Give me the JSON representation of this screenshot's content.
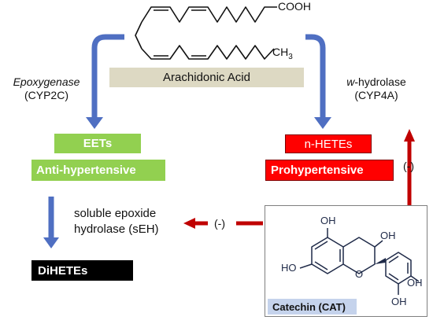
{
  "molecule_top": {
    "cooh": "COOH",
    "ch3_main": "CH",
    "ch3_sub": "3"
  },
  "arachidonic": {
    "label": "Arachidonic Acid"
  },
  "epoxygenase": {
    "name": "Epoxygenase",
    "enzyme": "(CYP2C)"
  },
  "hydrolase": {
    "prefix": "w",
    "name": "-hydrolase",
    "enzyme": "(CYP4A)"
  },
  "left": {
    "eets": "EETs",
    "anti": "Anti-hypertensive",
    "seh_line1": "soluble epoxide",
    "seh_line2": "hydrolase (sEH)",
    "dihetes": "DiHETEs"
  },
  "right": {
    "nhetes": "n-HETEs",
    "pro": "Prohypertensive",
    "inhibit_vertical": "(-)",
    "inhibit_horizontal": "(-)"
  },
  "catechin": {
    "label": "Catechin (CAT)",
    "oh_top": "OH",
    "oh_c3": "OH",
    "ho_left": "HO",
    "ring_o": "O",
    "oh_ring_a": "OH",
    "oh_ring_b": "OH"
  },
  "colors": {
    "green": "#92d050",
    "red": "#ff0000",
    "dark_red": "#c00000",
    "blue": "#4f6fc2",
    "tan": "#ddd9c3",
    "catechin_label_bg": "#c5d3ec",
    "catechin_border": "#7f7f7f"
  }
}
